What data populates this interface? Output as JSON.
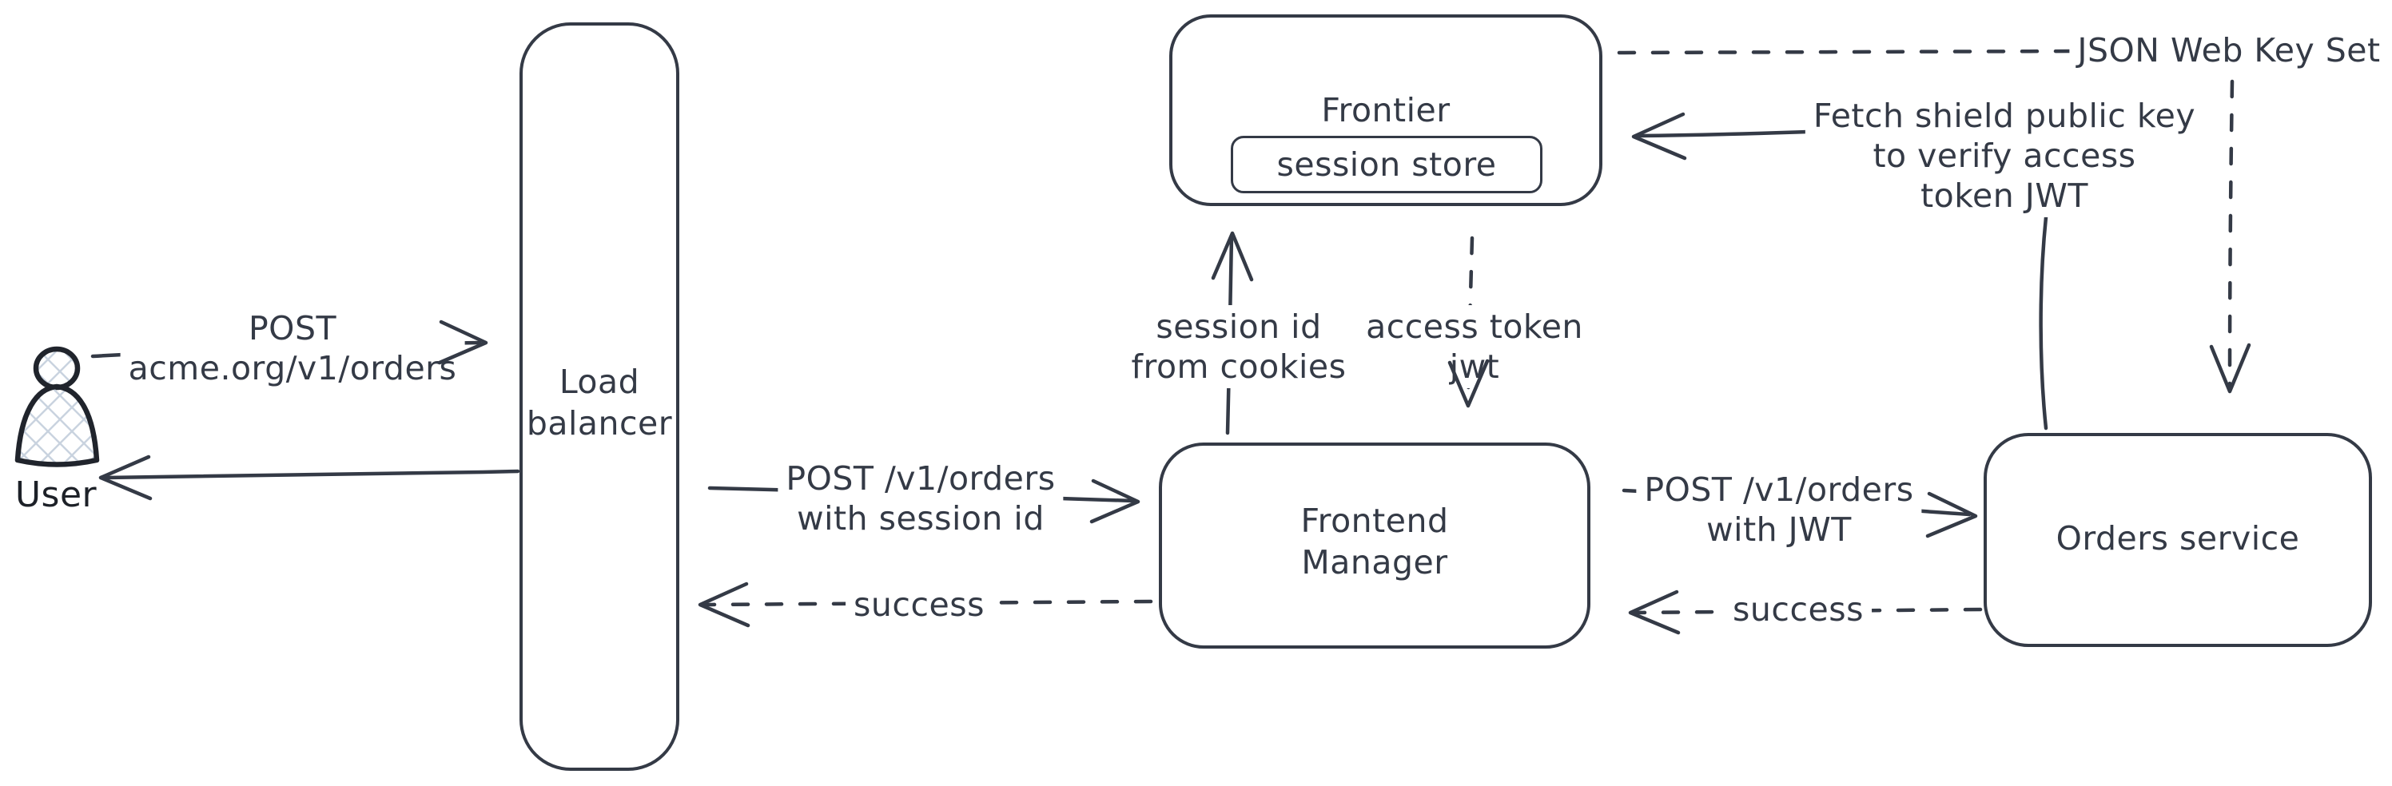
{
  "colors": {
    "background": "#ffffff",
    "stroke": "#343a46",
    "actor_stroke": "#20242c",
    "actor_hatch_fill": "#c9d3df"
  },
  "nodes": {
    "user": {
      "label": "User"
    },
    "load_balancer": {
      "line1": "Load",
      "line2": "balancer"
    },
    "frontier": {
      "title": "Frontier",
      "session_store_label": "session store"
    },
    "frontend_manager": {
      "line1": "Frontend",
      "line2": "Manager"
    },
    "orders_service": {
      "label": "Orders service"
    }
  },
  "edges": {
    "user_to_load_balancer": {
      "style": "solid-arrow-right",
      "line1": "POST",
      "line2": "acme.org/v1/orders"
    },
    "load_balancer_to_user": {
      "style": "solid-arrow-left",
      "label": ""
    },
    "load_balancer_to_frontend_manager": {
      "style": "solid-arrow-right",
      "line1": "POST /v1/orders",
      "line2": "with session id"
    },
    "frontend_manager_to_load_balancer": {
      "style": "dashed-arrow-left",
      "label": "success"
    },
    "frontend_manager_to_frontier": {
      "style": "solid-arrow-up",
      "line1": "session id",
      "line2": "from cookies"
    },
    "frontier_to_frontend_manager": {
      "style": "dashed-arrow-down",
      "line1": "access token",
      "line2": "jwt"
    },
    "frontend_manager_to_orders_service": {
      "style": "solid-arrow-right",
      "line1": "POST /v1/orders",
      "line2": "with JWT"
    },
    "orders_service_to_frontend_manager": {
      "style": "dashed-arrow-left",
      "label": "success"
    },
    "orders_service_to_frontier": {
      "style": "solid-arrow-left",
      "line1": "Fetch shield public key",
      "line2": "to verify access",
      "line3": "token JWT"
    },
    "frontier_to_jwks": {
      "style": "dashed-line",
      "label": "JSON Web Key Set"
    },
    "jwks_to_orders_service": {
      "style": "dashed-arrow-down",
      "label": ""
    }
  }
}
